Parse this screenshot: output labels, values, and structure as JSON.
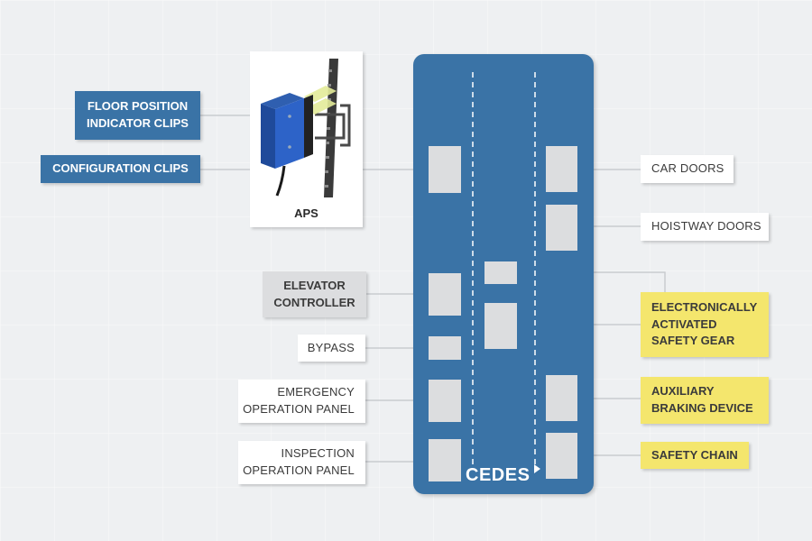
{
  "left_labels": {
    "floor_position": [
      "FLOOR POSITION",
      "INDICATOR CLIPS"
    ],
    "configuration": "CONFIGURATION CLIPS",
    "elevator_controller": [
      "ELEVATOR",
      "CONTROLLER"
    ],
    "bypass": "BYPASS",
    "emergency": [
      "EMERGENCY",
      "OPERATION PANEL"
    ],
    "inspection": [
      "INSPECTION",
      "OPERATION PANEL"
    ]
  },
  "right_labels": {
    "car_doors": "CAR DOORS",
    "hoistway_doors": "HOISTWAY DOORS",
    "safety_gear": [
      "ELECTRONICALLY",
      "ACTIVATED",
      "SAFETY GEAR"
    ],
    "auxiliary": [
      "AUXILIARY",
      "BRAKING DEVICE"
    ],
    "safety_chain": "SAFETY CHAIN"
  },
  "aps": {
    "label": "APS"
  },
  "brand": "CEDES",
  "colors": {
    "panel_blue": "#3a73a6",
    "highlight_yellow": "#f4e66d",
    "slot_grey": "#dcdddf",
    "background": "#eef0f2"
  }
}
